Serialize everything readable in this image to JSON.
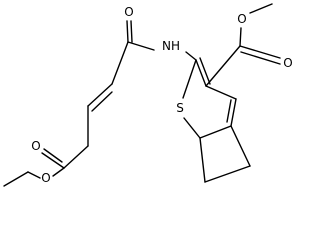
{
  "molecule": {
    "atom_labels": {
      "o_ester_carbonyl": "O",
      "o_ester_ether": "O",
      "o_amide": "O",
      "nh": "NH",
      "s_ring": "S",
      "o_methyl_ester_carbonyl": "O",
      "o_methyl_ester_ether": "O"
    },
    "colors": {
      "bond": "#000000",
      "label": "#000000",
      "background": "#ffffff"
    }
  }
}
